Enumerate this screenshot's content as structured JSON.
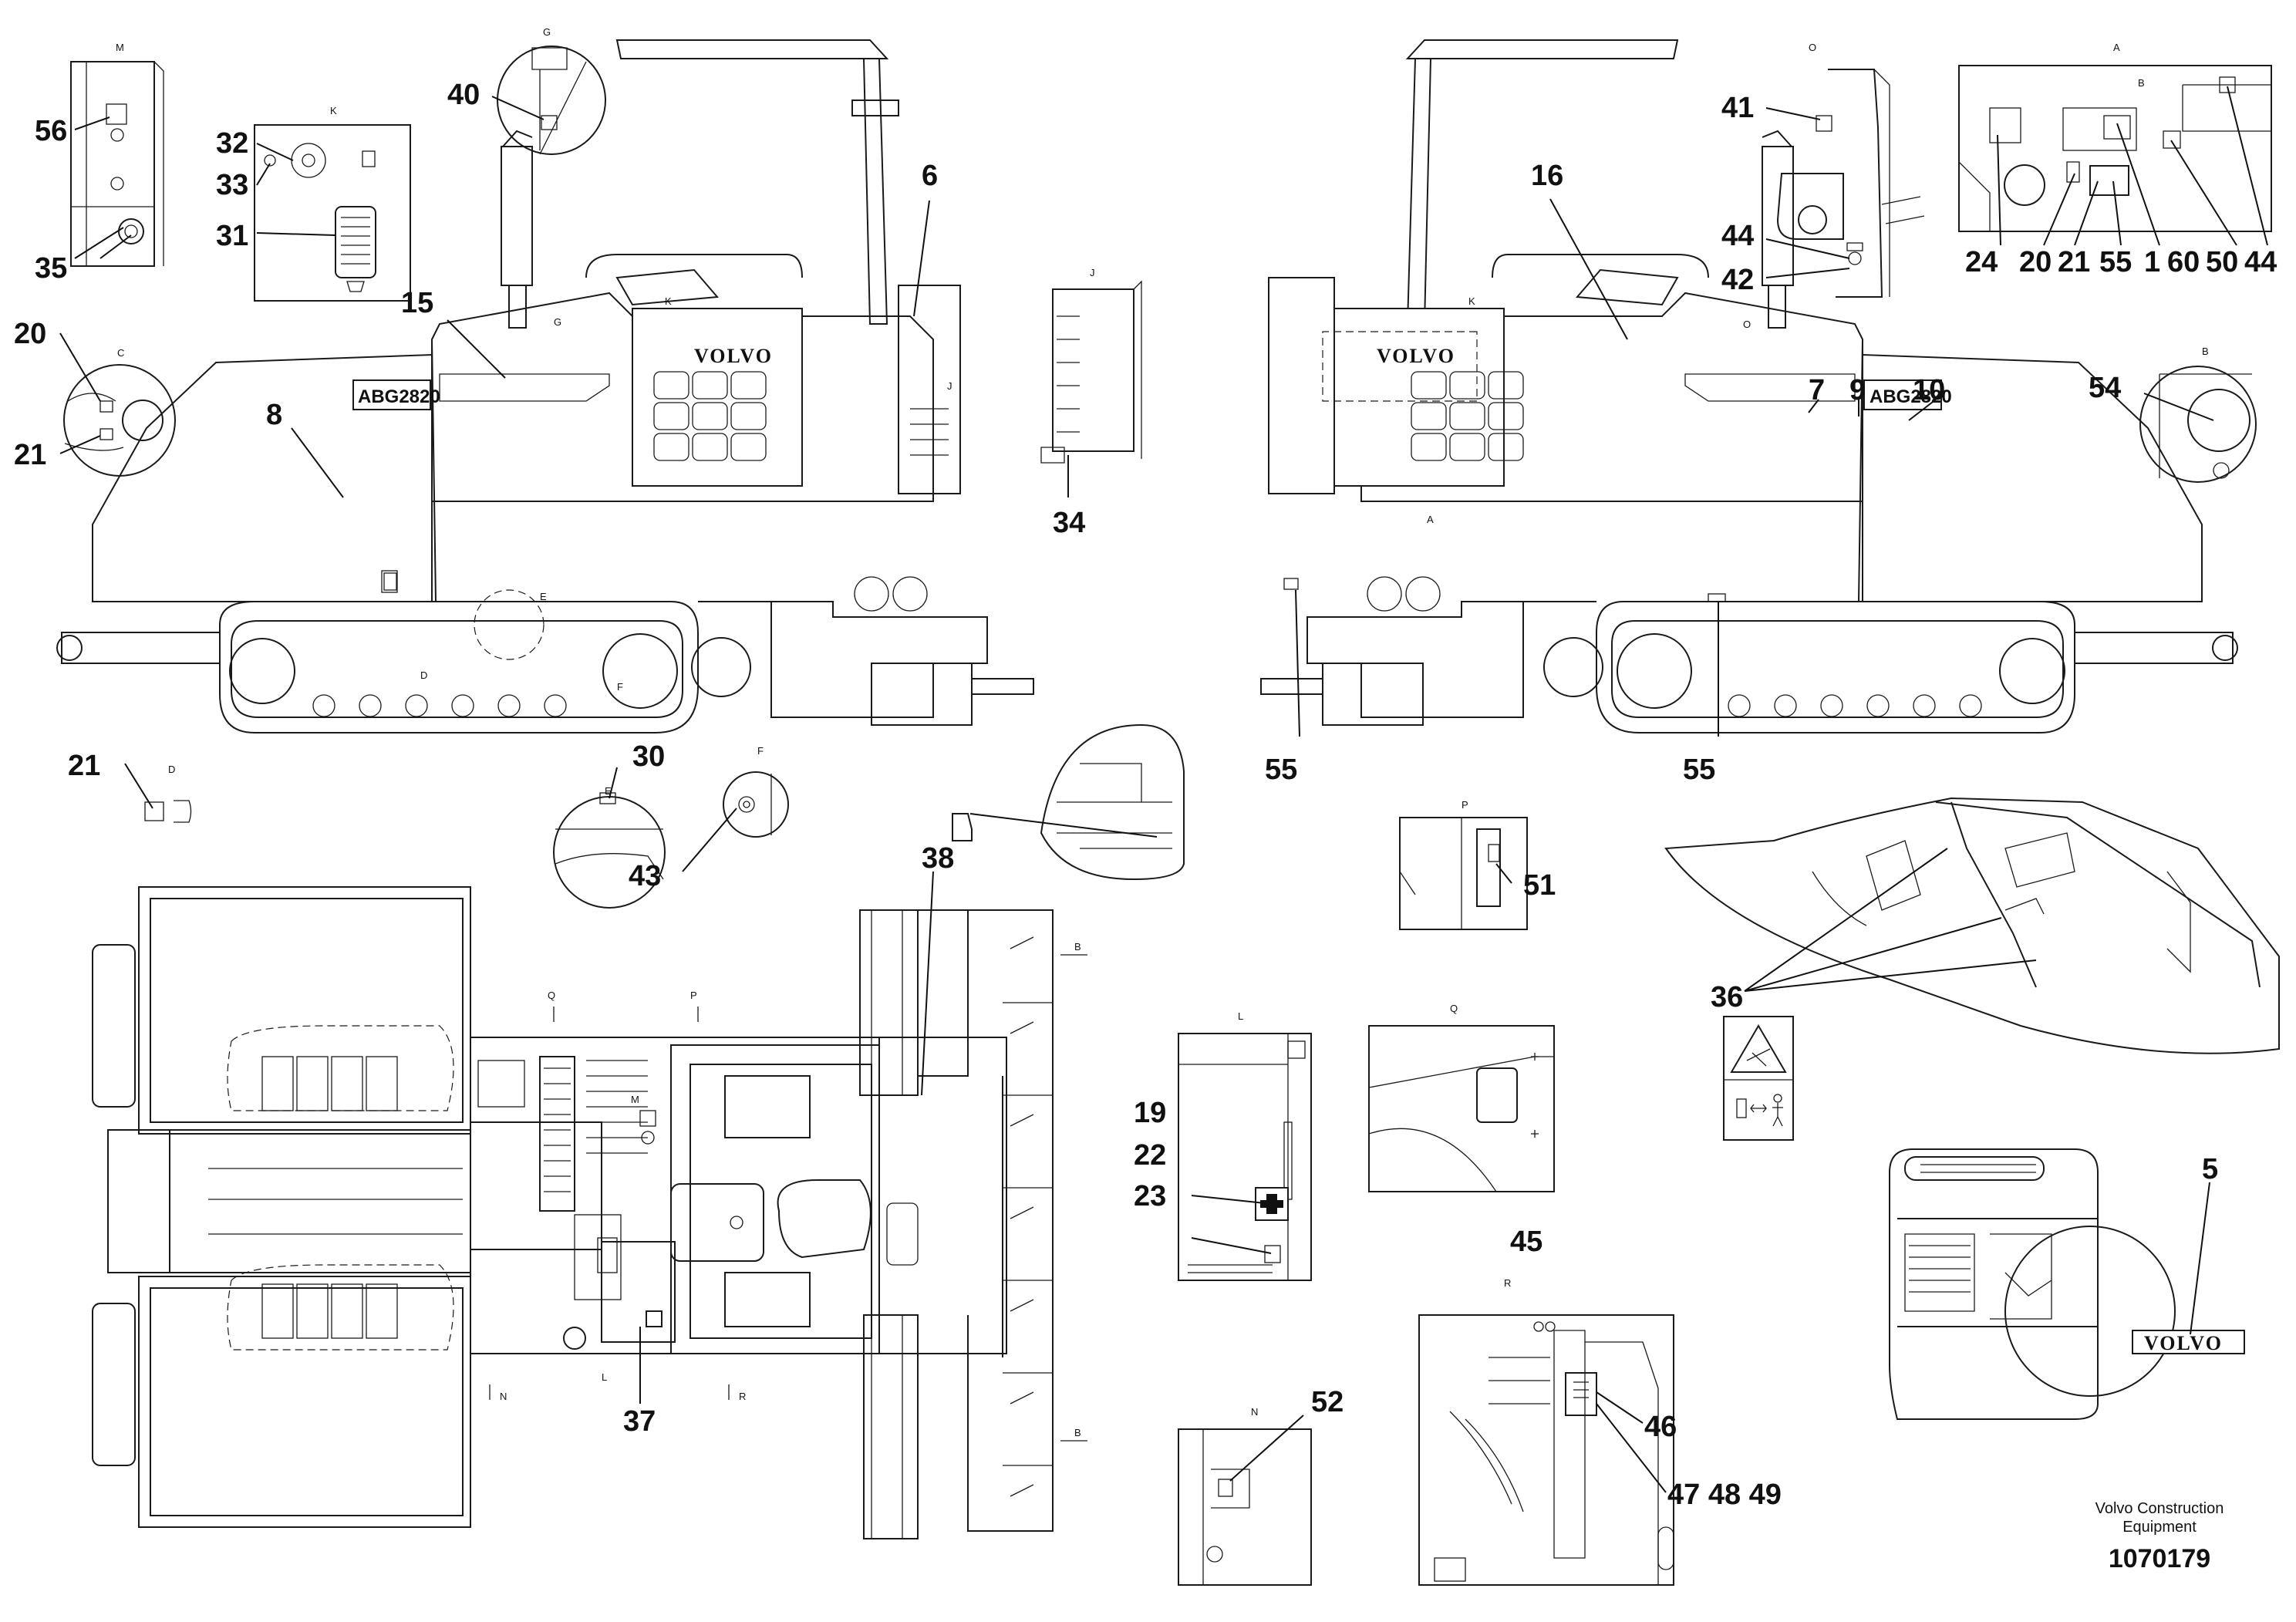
{
  "brand_text": "VOLVO",
  "plate_text": "ABG2820",
  "footer": {
    "line1": "Volvo Construction",
    "line2": "Equipment",
    "number": "1070179"
  },
  "view_letters": {
    "M": "M",
    "K": "K",
    "G": "G",
    "C": "C",
    "D": "D",
    "E": "E",
    "F": "F",
    "J": "J",
    "O": "O",
    "A": "A",
    "B": "B",
    "P": "P",
    "L": "L",
    "Q": "Q",
    "N": "N",
    "R": "R"
  },
  "callouts": {
    "c56": "56",
    "c35": "35",
    "c32": "32",
    "c33": "33",
    "c31": "31",
    "c40": "40",
    "c20": "20",
    "c21": "21",
    "c15": "15",
    "c8": "8",
    "c34": "34",
    "c6": "6",
    "c16": "16",
    "c41": "41",
    "c44": "44",
    "c42": "42",
    "c24": "24",
    "c20b": "20",
    "c21b": "21",
    "c55": "55",
    "c1": "1",
    "c60": "60",
    "c50": "50",
    "c44b": "44",
    "c7": "7",
    "c9": "9",
    "c10": "10",
    "c54": "54",
    "c55a": "55",
    "c55b": "55",
    "c21c": "21",
    "c30": "30",
    "c43": "43",
    "c38": "38",
    "c51": "51",
    "c36": "36",
    "c19": "19",
    "c22": "22",
    "c23": "23",
    "c45": "45",
    "c5": "5",
    "c37": "37",
    "c52": "52",
    "c46": "46",
    "c474849": "47 48 49"
  }
}
